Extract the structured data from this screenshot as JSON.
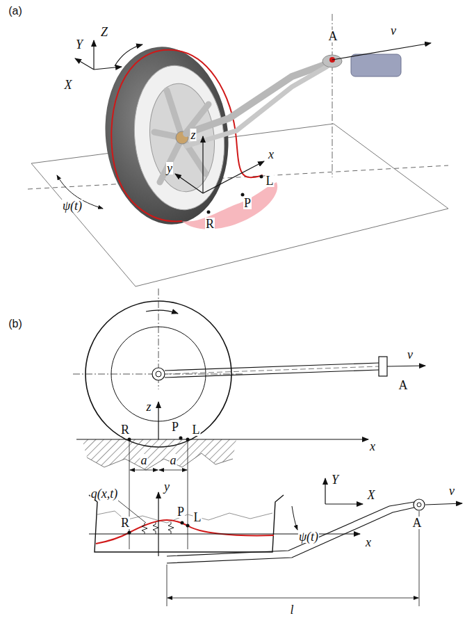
{
  "diagram": {
    "labels": [
      "(a)",
      "A",
      "v",
      "Y",
      "Z",
      "X",
      "z",
      "y",
      "x",
      "L",
      "P",
      "R",
      "ψ(t)",
      "(b)",
      "v",
      "A",
      "z",
      "R",
      "P",
      "L",
      "x",
      "a",
      "a",
      "q(x,t)",
      "y",
      "R",
      "P",
      "L",
      "x",
      "Y",
      "X",
      "ψ(t)",
      "v",
      "A",
      "l"
    ]
  }
}
